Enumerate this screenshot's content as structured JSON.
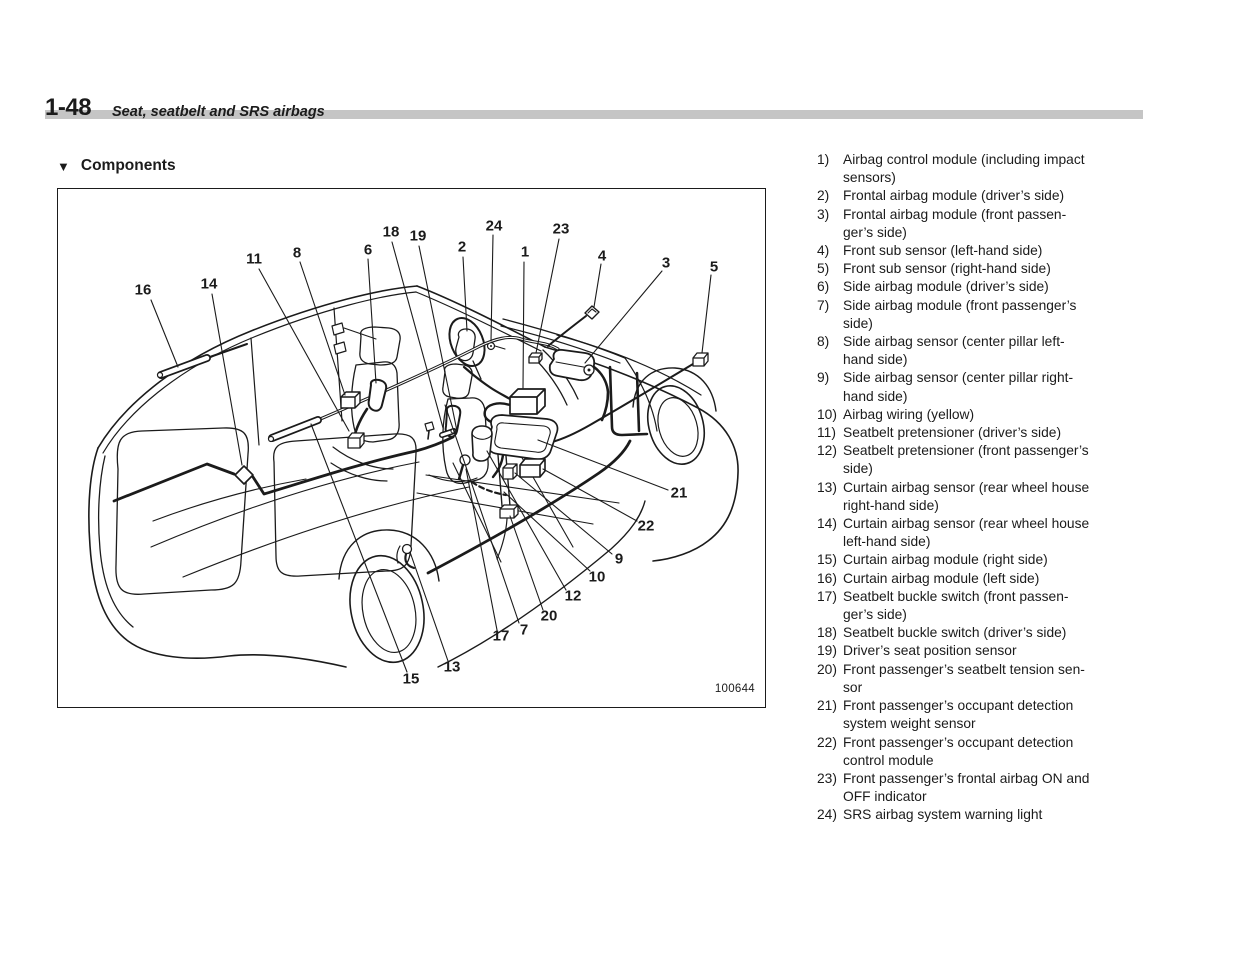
{
  "header": {
    "section_number": "1-48",
    "section_title": "Seat, seatbelt and SRS airbags"
  },
  "heading": {
    "marker": "▼",
    "label": "Components"
  },
  "figure": {
    "code": "100644",
    "callouts": [
      {
        "label": "16"
      },
      {
        "label": "14"
      },
      {
        "label": "11"
      },
      {
        "label": "8"
      },
      {
        "label": "6"
      },
      {
        "label": "18"
      },
      {
        "label": "19"
      },
      {
        "label": "2"
      },
      {
        "label": "24"
      },
      {
        "label": "1"
      },
      {
        "label": "23"
      },
      {
        "label": "4"
      },
      {
        "label": "3"
      },
      {
        "label": "5"
      },
      {
        "label": "21"
      },
      {
        "label": "22"
      },
      {
        "label": "9"
      },
      {
        "label": "10"
      },
      {
        "label": "12"
      },
      {
        "label": "20"
      },
      {
        "label": "7"
      },
      {
        "label": "17"
      },
      {
        "label": "13"
      },
      {
        "label": "15"
      }
    ]
  },
  "list": {
    "items": [
      {
        "num": "1)",
        "text": "Airbag control module (including impact\nsensors)"
      },
      {
        "num": "2)",
        "text": "Frontal airbag module (driver’s side)"
      },
      {
        "num": "3)",
        "text": "Frontal airbag module (front passen-\nger’s side)"
      },
      {
        "num": "4)",
        "text": "Front sub sensor (left-hand side)"
      },
      {
        "num": "5)",
        "text": "Front sub sensor (right-hand side)"
      },
      {
        "num": "6)",
        "text": "Side airbag module (driver’s side)"
      },
      {
        "num": "7)",
        "text": "Side airbag module (front passenger’s\nside)"
      },
      {
        "num": "8)",
        "text": "Side airbag sensor (center pillar left-\nhand side)"
      },
      {
        "num": "9)",
        "text": "Side airbag sensor (center pillar right-\nhand side)"
      },
      {
        "num": "10)",
        "text": "Airbag wiring (yellow)"
      },
      {
        "num": "11)",
        "text": "Seatbelt pretensioner (driver’s side)"
      },
      {
        "num": "12)",
        "text": "Seatbelt pretensioner (front passenger’s\nside)"
      },
      {
        "num": "13)",
        "text": "Curtain airbag sensor (rear wheel house\nright-hand side)"
      },
      {
        "num": "14)",
        "text": "Curtain airbag sensor (rear wheel house\nleft-hand side)"
      },
      {
        "num": "15)",
        "text": "Curtain airbag module (right side)"
      },
      {
        "num": "16)",
        "text": "Curtain airbag module (left side)"
      },
      {
        "num": "17)",
        "text": "Seatbelt buckle switch (front passen-\nger’s side)"
      },
      {
        "num": "18)",
        "text": "Seatbelt buckle switch (driver’s side)"
      },
      {
        "num": "19)",
        "text": "Driver’s seat position sensor"
      },
      {
        "num": "20)",
        "text": "Front passenger’s seatbelt tension sen-\nsor"
      },
      {
        "num": "21)",
        "text": "Front passenger’s occupant detection\nsystem weight sensor"
      },
      {
        "num": "22)",
        "text": "Front passenger’s occupant detection\ncontrol module"
      },
      {
        "num": "23)",
        "text": "Front passenger’s frontal airbag ON and\nOFF indicator"
      },
      {
        "num": "24)",
        "text": "SRS airbag system warning light"
      }
    ]
  },
  "colors": {
    "ink": "#1b1b1b",
    "header_bar": "#c5c5c5",
    "paper": "#ffffff"
  }
}
